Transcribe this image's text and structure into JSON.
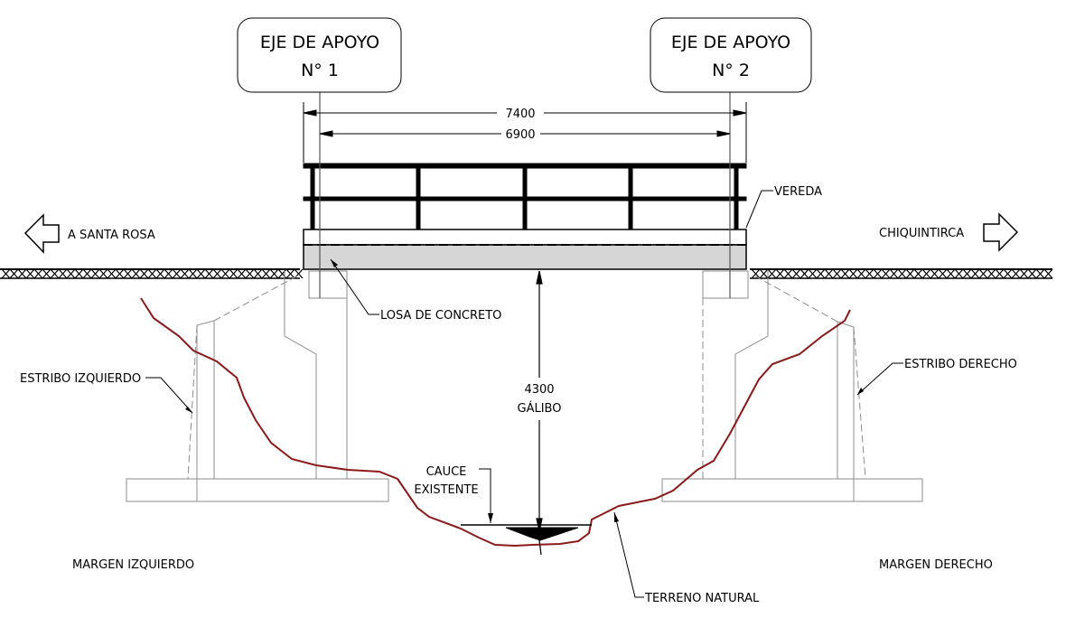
{
  "supports": [
    {
      "line1": "EJE DE APOYO",
      "line2": "N° 1"
    },
    {
      "line1": "EJE DE APOYO",
      "line2": "N° 2"
    }
  ],
  "dimensions": {
    "overall": "7400",
    "clear": "6900",
    "clearance_value": "4300",
    "clearance_label": "GÁLIBO"
  },
  "directions": {
    "left": "A SANTA ROSA",
    "right": "CHIQUINTIRCA"
  },
  "labels": {
    "vereda": "VEREDA",
    "losa": "LOSA DE CONCRETO",
    "estribo_izq": "ESTRIBO IZQUIERDO",
    "estribo_der": "ESTRIBO DERECHO",
    "cauce_1": "CAUCE",
    "cauce_2": "EXISTENTE",
    "terreno": "TERRENO NATURAL",
    "margen_izq": "MARGEN IZQUIERDO",
    "margen_der": "MARGEN DERECHO"
  },
  "colors": {
    "terrain": "#8b1a1a",
    "slab": "#d6d6d6",
    "lines": "#000000",
    "abutment": "#8c8c8c"
  }
}
